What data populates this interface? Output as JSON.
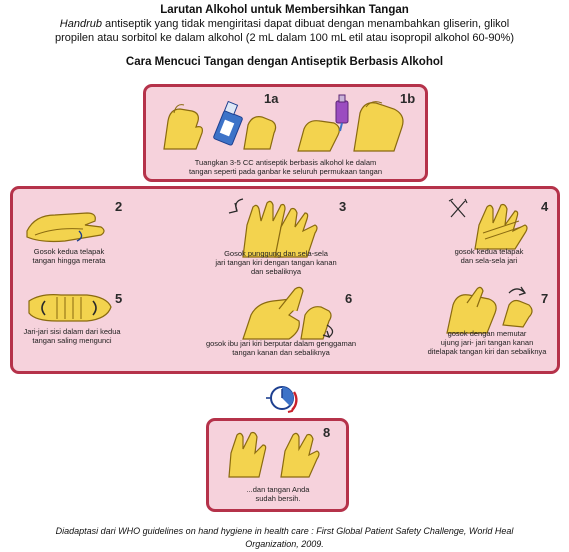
{
  "heading": "Larutan Alkohol untuk Membersihkan Tangan",
  "intro": {
    "italic": "Handrub",
    "line1_rest": " antiseptik yang tidak mengiritasi dapat dibuat dengan menambahkan gliserin, glikol",
    "line2": "propilen atau sorbitol ke dalam alkohol (2 mL dalam 100 mL etil atau isopropil alkohol 60-90%)"
  },
  "subtitle": "Cara Mencuci Tangan dengan Antiseptik Berbasis Alkohol",
  "steps": {
    "s1": {
      "num_a": "1a",
      "num_b": "1b",
      "cap_line1": "Tuangkan 3-5 CC antiseptik berbasis alkohol ke dalam",
      "cap_line2": "tangan seperti pada ganbar ke seluruh permukaan tangan"
    },
    "s2": {
      "num": "2",
      "line1": "Gosok kedua telapak",
      "line2": "tangan hingga merata"
    },
    "s3": {
      "num": "3",
      "line1": "Gosok punggung dan sela-sela",
      "line2": "jari tangan kiri dengan tangan kanan",
      "line3": "dan sebaliknya"
    },
    "s4": {
      "num": "4",
      "line1": "gosok kedua telapak",
      "line2": "dan sela-sela jari"
    },
    "s5": {
      "num": "5",
      "line1": "Jari-jari sisi dalam dari kedua",
      "line2": "tangan saling mengunci"
    },
    "s6": {
      "num": "6",
      "line1": "gosok ibu jari kiri berputar dalam genggaman",
      "line2": "tangan kanan dan sebaliknya"
    },
    "s7": {
      "num": "7",
      "line1": "gosok dengan memutar",
      "line2": "ujung jari- jari tangan kanan",
      "line3": "ditelapak tangan kiri dan sebaliknya"
    },
    "s8": {
      "num": "8",
      "line1": "...dan tangan Anda",
      "line2": "sudah bersih."
    }
  },
  "footer": {
    "line1": "Diadaptasi dari WHO guidelines on hand hygiene in health care : First Global Patient Safety Challenge, World Heal",
    "line2": "Organization, 2009."
  },
  "colors": {
    "panel_fill": "#f6d2dc",
    "panel_border": "#b5324a",
    "hand_fill": "#f3d34e",
    "hand_stroke": "#8a6a10",
    "bottle_blue": "#3d73c8",
    "timer_red": "#c8202a",
    "timer_blue": "#1d3f8f"
  },
  "icons": [
    "hand-illustration-icon",
    "antiseptic-bottle-icon",
    "dropper-bottle-icon",
    "rotation-arrow-icon",
    "timer-icon"
  ]
}
